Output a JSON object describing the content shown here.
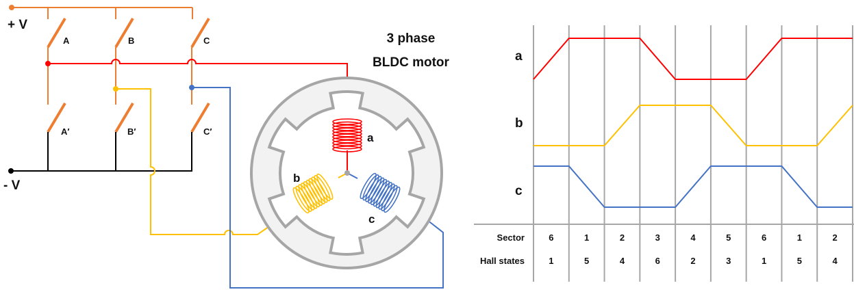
{
  "circuit": {
    "supply_pos_label": "+ V",
    "supply_neg_label": "- V",
    "high_switches": [
      "A",
      "B",
      "C"
    ],
    "low_switches": [
      "A′",
      "B′",
      "C′"
    ],
    "colors": {
      "rail": "#ED7D31",
      "ground": "#000000",
      "phase_a": "#FF0000",
      "phase_b": "#FFC000",
      "phase_c": "#4472C4",
      "stator": "#A6A6A6",
      "stator_fill": "#F2F2F2"
    }
  },
  "motor": {
    "title_line1": "3 phase",
    "title_line2": "BLDC motor",
    "coil_labels": [
      "a",
      "b",
      "c"
    ]
  },
  "chart_data": {
    "type": "line",
    "title": "",
    "series": [
      {
        "name": "a",
        "color": "#FF0000",
        "values": [
          0,
          1,
          1,
          1,
          0,
          0,
          0,
          1,
          1,
          1
        ]
      },
      {
        "name": "b",
        "color": "#FFC000",
        "values": [
          0,
          0,
          0,
          1,
          1,
          1,
          0,
          0,
          0,
          1
        ]
      },
      {
        "name": "c",
        "color": "#4472C4",
        "values": [
          1,
          1,
          0,
          0,
          0,
          1,
          1,
          1,
          0,
          0
        ]
      }
    ],
    "x_boundaries": 10,
    "table": {
      "rows": [
        {
          "label": "Sector",
          "values": [
            "6",
            "1",
            "2",
            "3",
            "4",
            "5",
            "6",
            "1",
            "2"
          ]
        },
        {
          "label": "Hall states",
          "values": [
            "1",
            "5",
            "4",
            "6",
            "2",
            "3",
            "1",
            "5",
            "4"
          ]
        }
      ]
    }
  }
}
